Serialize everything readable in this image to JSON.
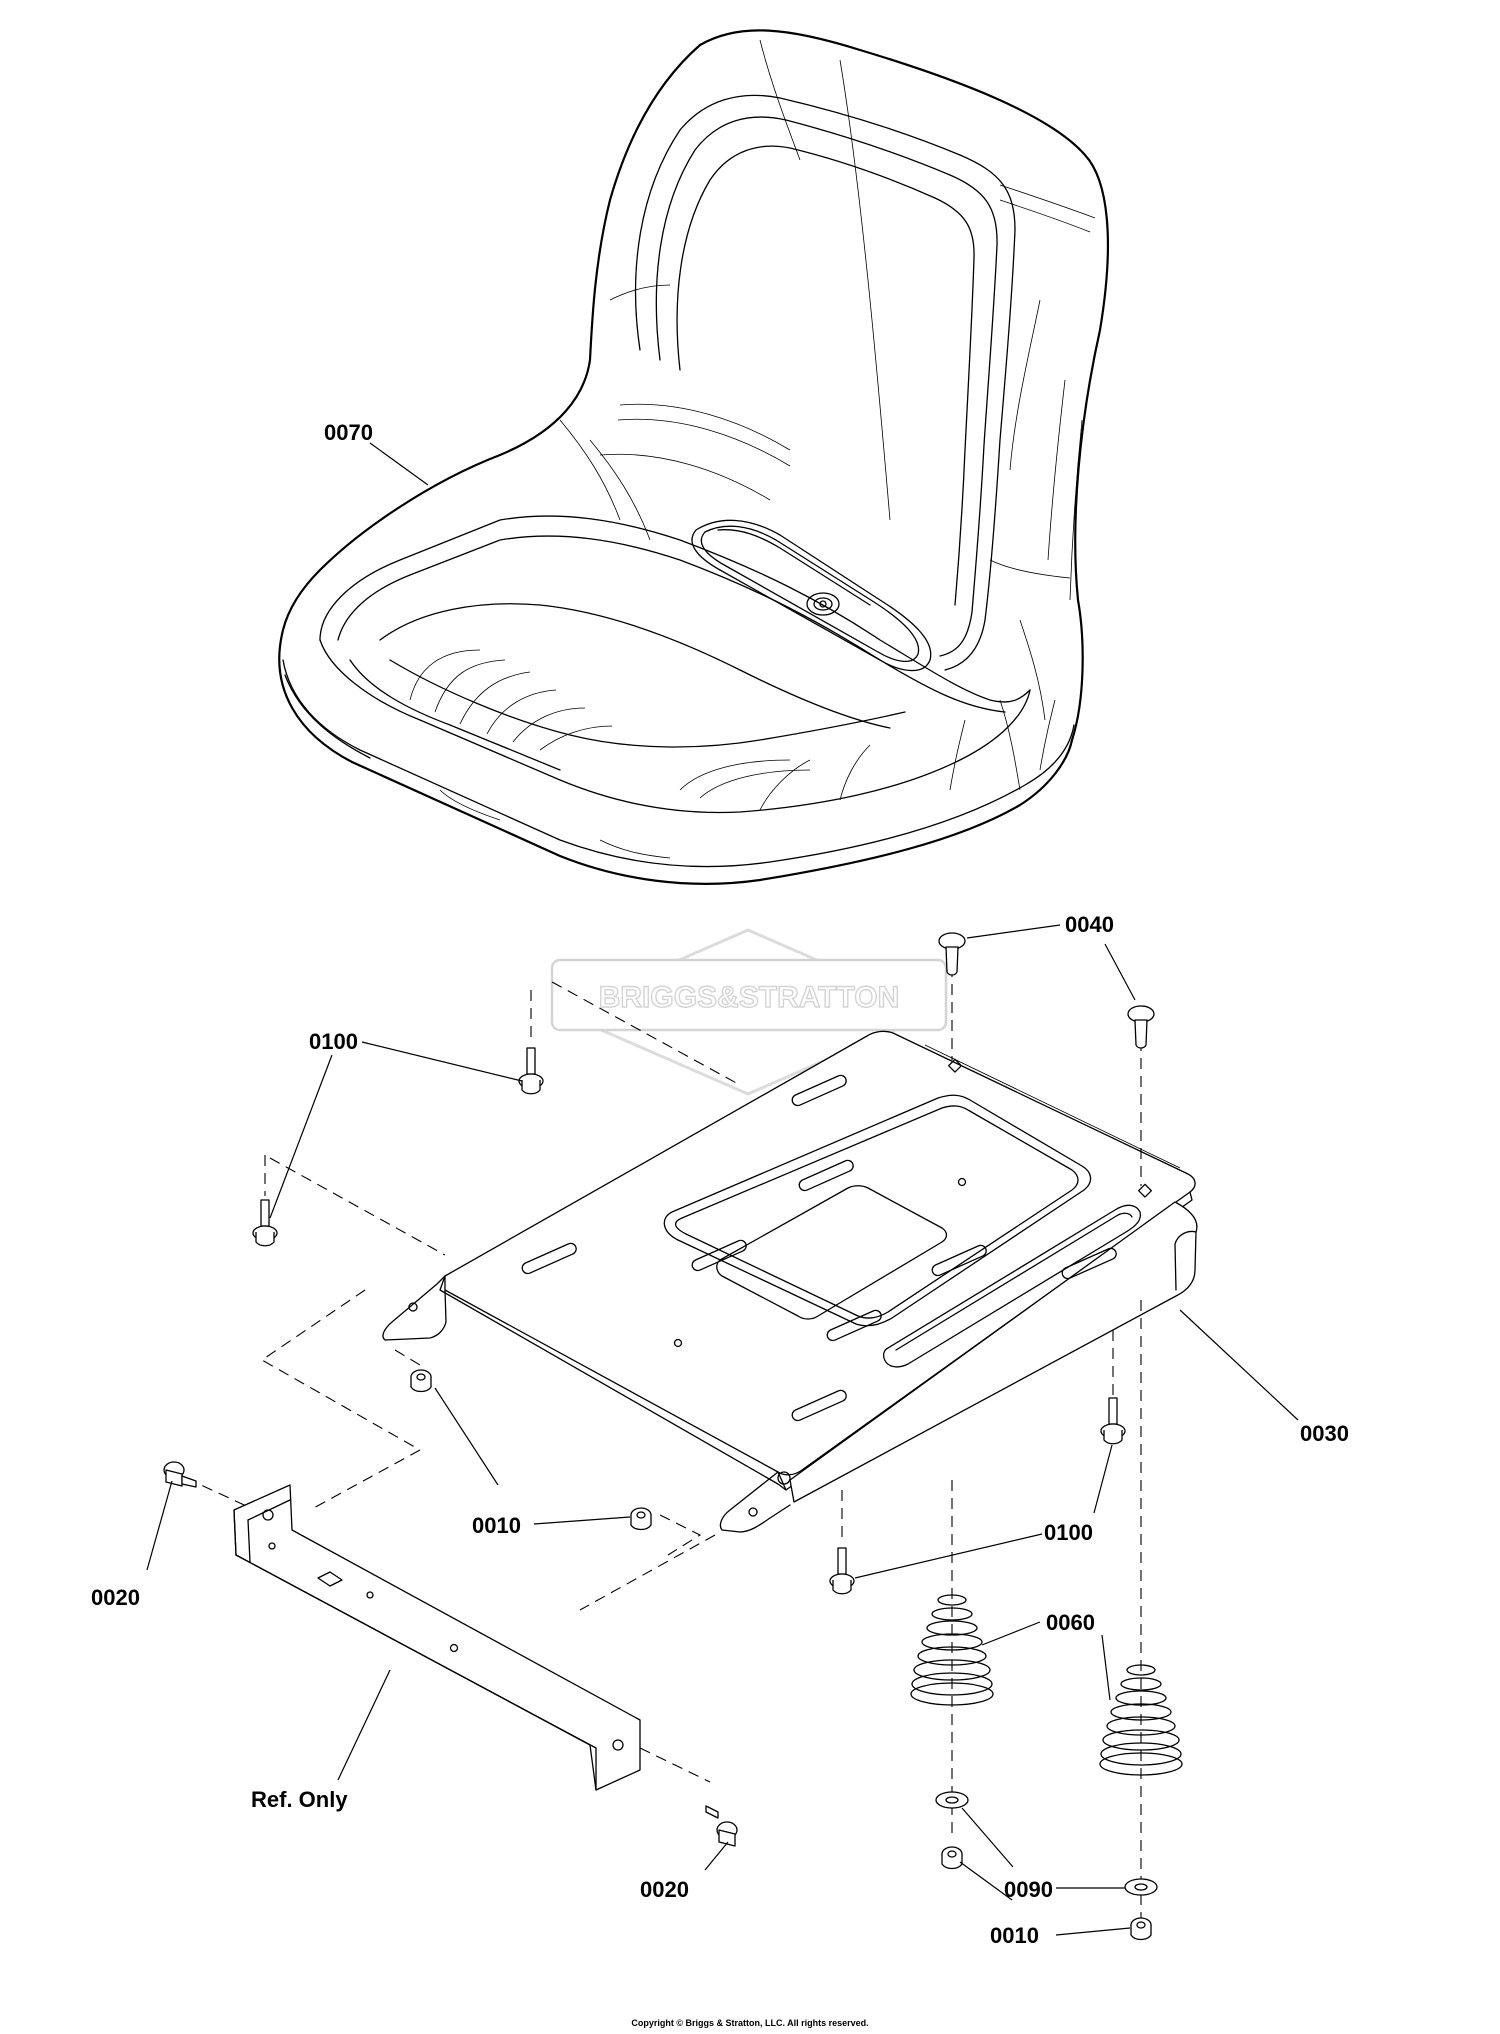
{
  "callouts": {
    "c0070": "0070",
    "c0040": "0040",
    "c0100_top": "0100",
    "c0030": "0030",
    "c0100_right": "0100",
    "c0010_mid": "0010",
    "c0020_left": "0020",
    "c0060": "0060",
    "ref_only": "Ref. Only",
    "c0020_bottom": "0020",
    "c0090": "0090",
    "c0010_bottom": "0010"
  },
  "watermark": "BRIGGS&STRATTON",
  "footer": {
    "copyright": "Copyright © Briggs & Stratton, LLC. All rights reserved."
  }
}
